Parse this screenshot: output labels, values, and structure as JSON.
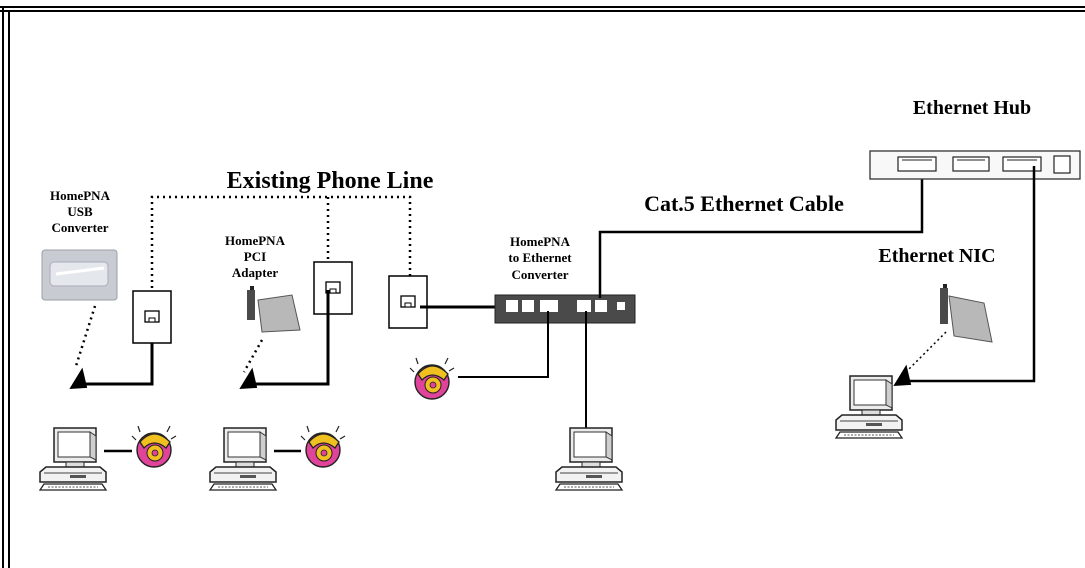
{
  "labels": {
    "homepna_usb_l1": "HomePNA",
    "homepna_usb_l2": "USB",
    "homepna_usb_l3": "Converter",
    "existing_phone_line": "Existing Phone Line",
    "homepna_pci_l1": "HomePNA",
    "homepna_pci_l2": "PCI",
    "homepna_pci_l3": "Adapter",
    "homepna_eth_l1": "HomePNA",
    "homepna_eth_l2": "to Ethernet",
    "homepna_eth_l3": "Converter",
    "cat5_cable": "Cat.5 Ethernet Cable",
    "ethernet_hub": "Ethernet Hub",
    "ethernet_nic": "Ethernet NIC"
  },
  "colors": {
    "line": "#000000",
    "device_dark": "#4a4a4a",
    "usb_converter": "#c8ccd2",
    "phone_pink": "#e0439a",
    "phone_yellow": "#f0c020",
    "nic_board": "#b8b8b8"
  },
  "icons": [
    "computer-icon",
    "telephone-icon",
    "wall-jack-icon",
    "usb-converter-icon",
    "pci-card-icon",
    "hub-icon",
    "converter-box-icon"
  ]
}
